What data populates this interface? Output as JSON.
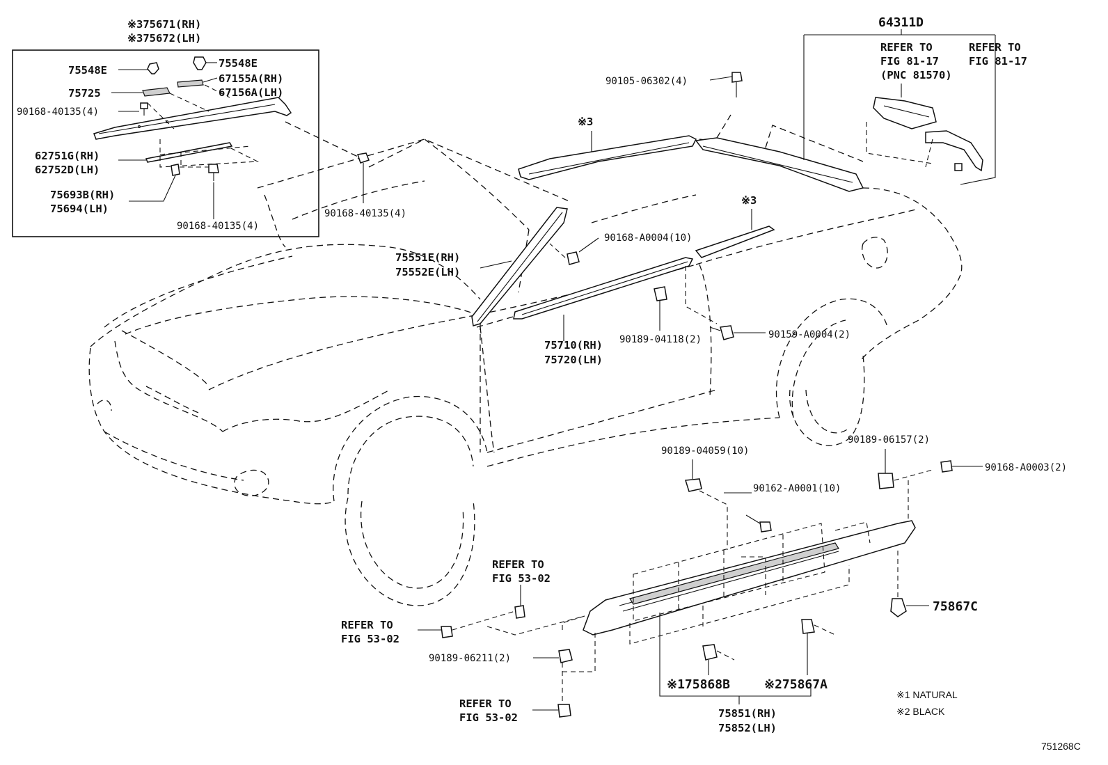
{
  "inset": {
    "header_rh": "※375671(RH)",
    "header_lh": "※375672(LH)",
    "clip_left": "75548E",
    "clip_right": "75548E",
    "part_75725": "75725",
    "seal_rh": "67155A(RH)",
    "seal_lh": "67156A(LH)",
    "screw_a": "90168-40135(4)",
    "mold_rh": "62751G(RH)",
    "mold_lh": "62752D(LH)",
    "clip_rh": "75693B(RH)",
    "clip_lh": "75694(LH)",
    "screw_b": "90168-40135(4)"
  },
  "labels": {
    "screw_hood": "90168-40135(4)",
    "roof_assy": "64311D",
    "refer1_line1": "REFER TO",
    "refer1_line2": "FIG 81-17",
    "refer1_line3": "(PNC 81570)",
    "refer2_line1": "REFER TO",
    "refer2_line2": "FIG 81-17",
    "roof_screw": "90105-06302(4)",
    "note3_top": "※3",
    "note3_side": "※3",
    "pillar_screw": "90168-A0004(10)",
    "pillar_rh": "75551E(RH)",
    "pillar_lh": "75552E(LH)",
    "belt_rh": "75710(RH)",
    "belt_lh": "75720(LH)",
    "nut_clip": "90189-04118(2)",
    "door_screw": "90159-A0004(2)",
    "rocker_clip1": "90189-04059(10)",
    "rocker_screw1": "90162-A0001(10)",
    "rocker_clip2": "90189-06157(2)",
    "rocker_screw2": "90168-A0003(2)",
    "refer3_line1": "REFER TO",
    "refer3_line2": "FIG 53-02",
    "refer4_line1": "REFER TO",
    "refer4_line2": "FIG 53-02",
    "front_clip": "90189-06211(2)",
    "refer5_line1": "REFER TO",
    "refer5_line2": "FIG 53-02",
    "clip_75867c": "75867C",
    "clip_75868b": "※175868B",
    "clip_75867a": "※275867A",
    "rocker_rh": "75851(RH)",
    "rocker_lh": "75852(LH)",
    "note1": "※1 NATURAL",
    "note2": "※2 BLACK",
    "drawing_code": "751268C"
  }
}
